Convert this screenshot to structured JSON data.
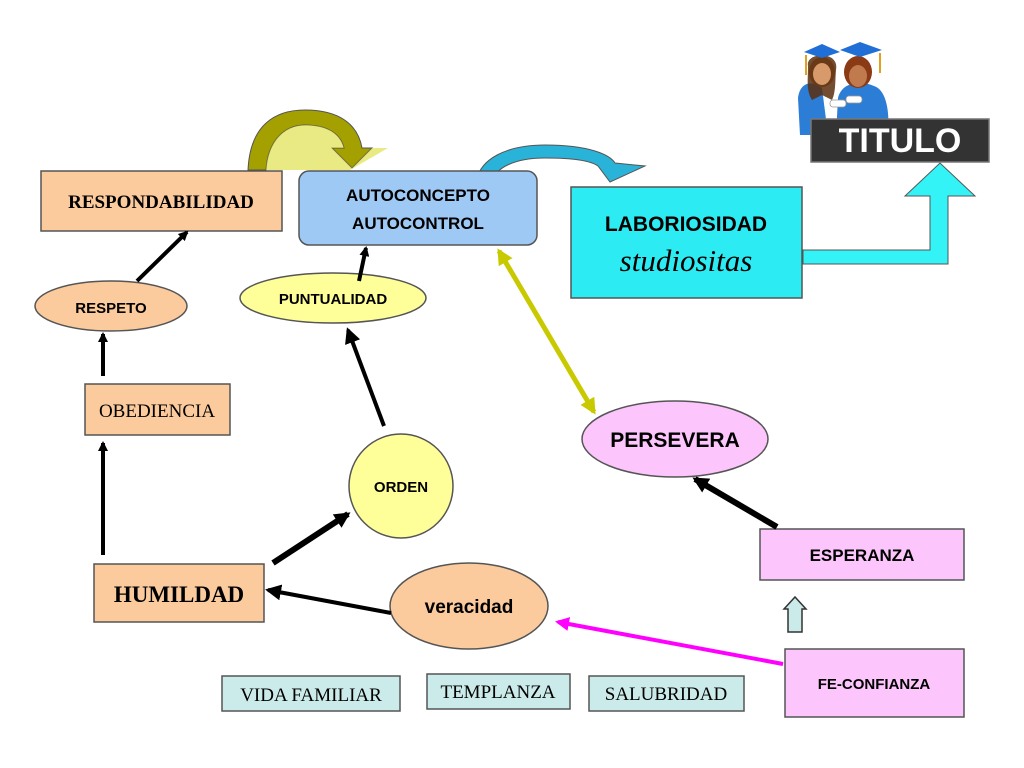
{
  "title_badge": "TITULO",
  "nodes": {
    "respondabilidad": "RESPONDABILIDAD",
    "autoconcepto_line1": "AUTOCONCEPTO",
    "autoconcepto_line2": "AUTOCONTROL",
    "laboriosidad": "LABORIOSIDAD",
    "studiositas": "studiositas",
    "respeto": "RESPETO",
    "puntualidad": "PUNTUALIDAD",
    "obediencia": "OBEDIENCIA",
    "persevera": "PERSEVERA",
    "orden": "ORDEN",
    "esperanza": "ESPERANZA",
    "humildad": "HUMILDAD",
    "veracidad": "veracidad",
    "fe_confianza": "FE-CONFIANZA",
    "vida_familiar": "VIDA FAMILIAR",
    "templanza": "TEMPLANZA",
    "salubridad": "SALUBRIDAD"
  },
  "colors": {
    "peach": "#FBCB9D",
    "light_blue": "#9EC9F5",
    "cyan": "#2CEBF2",
    "light_yellow": "#FFFF99",
    "light_pink": "#FCC6FC",
    "teal_light": "#CBEBEA",
    "olive_arrow": "#C9C900",
    "magenta_arrow": "#FF00FF",
    "badge_bg": "#333333"
  }
}
